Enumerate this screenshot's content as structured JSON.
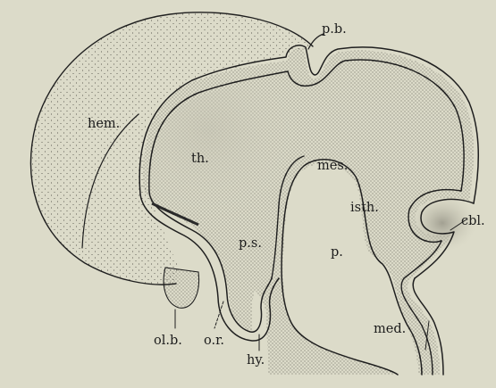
{
  "figure": {
    "background": "#dcdbc9",
    "ink": "#1f1f1f",
    "labels": {
      "hem": "hem.",
      "th": "th.",
      "mes": "mes.",
      "isth": "isth.",
      "ps": "p.s.",
      "p": "p.",
      "med": "med.",
      "cbl": "cbl.",
      "pb": "p.b.",
      "olb": "ol.b.",
      "or": "o.r.",
      "hy": "hy."
    }
  }
}
